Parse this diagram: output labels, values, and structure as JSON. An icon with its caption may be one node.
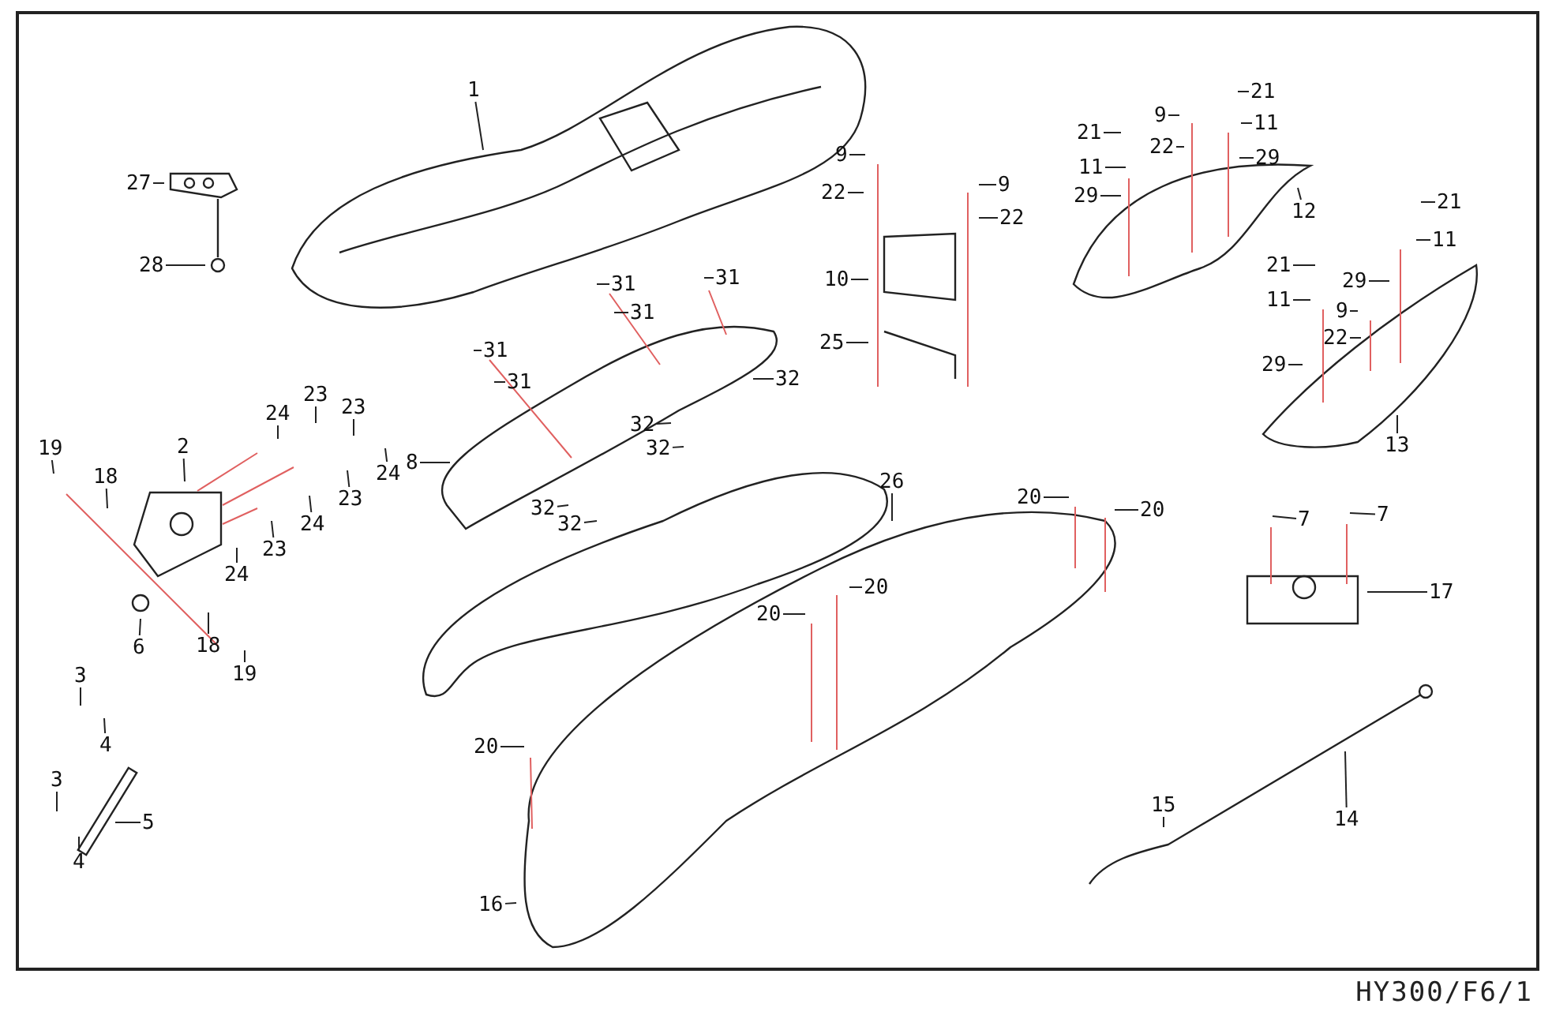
{
  "diagram": {
    "nodes": [
      {
        "text": [
          "1"
        ]
      },
      {
        "text": [
          "27"
        ]
      },
      {
        "text": [
          "28"
        ]
      },
      {
        "text": [
          "2"
        ]
      },
      {
        "text": [
          "19"
        ]
      },
      {
        "text": [
          "18"
        ]
      },
      {
        "text": [
          "24"
        ]
      },
      {
        "text": [
          "23"
        ]
      },
      {
        "text": [
          "23"
        ]
      },
      {
        "text": [
          "24"
        ]
      },
      {
        "text": [
          "23"
        ]
      },
      {
        "text": [
          "24"
        ]
      },
      {
        "text": [
          "23"
        ]
      },
      {
        "text": [
          "24"
        ]
      },
      {
        "text": [
          "6"
        ]
      },
      {
        "text": [
          "18"
        ]
      },
      {
        "text": [
          "19"
        ]
      },
      {
        "text": [
          "3"
        ]
      },
      {
        "text": [
          "4"
        ]
      },
      {
        "text": [
          "3"
        ]
      },
      {
        "text": [
          "4"
        ]
      },
      {
        "text": [
          "5"
        ]
      },
      {
        "text": [
          "31"
        ]
      },
      {
        "text": [
          "31"
        ]
      },
      {
        "text": [
          "31"
        ]
      },
      {
        "text": [
          "31"
        ]
      },
      {
        "text": [
          "31"
        ]
      },
      {
        "text": [
          "32"
        ]
      },
      {
        "text": [
          "32"
        ]
      },
      {
        "text": [
          "32"
        ]
      },
      {
        "text": [
          "32"
        ]
      },
      {
        "text": [
          "32"
        ]
      },
      {
        "text": [
          "8"
        ]
      },
      {
        "text": [
          "26"
        ]
      },
      {
        "text": [
          "9"
        ]
      },
      {
        "text": [
          "22"
        ]
      },
      {
        "text": [
          "9"
        ]
      },
      {
        "text": [
          "22"
        ]
      },
      {
        "text": [
          "10"
        ]
      },
      {
        "text": [
          "25"
        ]
      },
      {
        "text": [
          "21"
        ]
      },
      {
        "text": [
          "9"
        ]
      },
      {
        "text": [
          "21"
        ]
      },
      {
        "text": [
          "22"
        ]
      },
      {
        "text": [
          "11"
        ]
      },
      {
        "text": [
          "11"
        ]
      },
      {
        "text": [
          "29"
        ]
      },
      {
        "text": [
          "29"
        ]
      },
      {
        "text": [
          "12"
        ]
      },
      {
        "text": [
          "21"
        ]
      },
      {
        "text": [
          "11"
        ]
      },
      {
        "text": [
          "21"
        ]
      },
      {
        "text": [
          "29"
        ]
      },
      {
        "text": [
          "11"
        ]
      },
      {
        "text": [
          "9"
        ]
      },
      {
        "text": [
          "22"
        ]
      },
      {
        "text": [
          "29"
        ]
      },
      {
        "text": [
          "13"
        ]
      },
      {
        "text": [
          "20"
        ]
      },
      {
        "text": [
          "20"
        ]
      },
      {
        "text": [
          "20"
        ]
      },
      {
        "text": [
          "20"
        ]
      },
      {
        "text": [
          "20"
        ]
      },
      {
        "text": [
          "16"
        ]
      },
      {
        "text": [
          "7"
        ]
      },
      {
        "text": [
          "7"
        ]
      },
      {
        "text": [
          "17"
        ]
      },
      {
        "text": [
          "14"
        ]
      },
      {
        "text": [
          "15"
        ]
      }
    ],
    "edges": [
      {
        "from": 0,
        "to": null,
        "arrow": "none"
      },
      {
        "from": 1,
        "to": null,
        "arrow": "none"
      },
      {
        "from": 2,
        "to": null,
        "arrow": "none"
      },
      {
        "from": 3,
        "to": null,
        "arrow": "none"
      },
      {
        "from": 4,
        "to": null,
        "arrow": "none"
      },
      {
        "from": 5,
        "to": null,
        "arrow": "none"
      },
      {
        "from": 6,
        "to": null,
        "arrow": "none"
      },
      {
        "from": 7,
        "to": null,
        "arrow": "none"
      },
      {
        "from": 8,
        "to": null,
        "arrow": "none"
      },
      {
        "from": 9,
        "to": null,
        "arrow": "none"
      },
      {
        "from": 10,
        "to": null,
        "arrow": "none"
      },
      {
        "from": 11,
        "to": null,
        "arrow": "none"
      },
      {
        "from": 12,
        "to": null,
        "arrow": "none"
      },
      {
        "from": 13,
        "to": null,
        "arrow": "none"
      },
      {
        "from": 14,
        "to": null,
        "arrow": "none"
      },
      {
        "from": 15,
        "to": null,
        "arrow": "none"
      },
      {
        "from": 16,
        "to": null,
        "arrow": "none"
      },
      {
        "from": 17,
        "to": null,
        "arrow": "none"
      },
      {
        "from": 18,
        "to": null,
        "arrow": "none"
      },
      {
        "from": 19,
        "to": null,
        "arrow": "none"
      },
      {
        "from": 20,
        "to": null,
        "arrow": "none"
      },
      {
        "from": 21,
        "to": null,
        "arrow": "none"
      },
      {
        "from": 22,
        "to": null,
        "arrow": "none"
      },
      {
        "from": 23,
        "to": null,
        "arrow": "none"
      },
      {
        "from": 24,
        "to": null,
        "arrow": "none"
      },
      {
        "from": 25,
        "to": null,
        "arrow": "none"
      },
      {
        "from": 26,
        "to": null,
        "arrow": "none"
      },
      {
        "from": 27,
        "to": null,
        "arrow": "none"
      },
      {
        "from": 28,
        "to": null,
        "arrow": "none"
      },
      {
        "from": 29,
        "to": null,
        "arrow": "none"
      },
      {
        "from": 30,
        "to": null,
        "arrow": "none"
      },
      {
        "from": 31,
        "to": null,
        "arrow": "none"
      },
      {
        "from": 32,
        "to": null,
        "arrow": "none"
      },
      {
        "from": 33,
        "to": null,
        "arrow": "none"
      },
      {
        "from": 34,
        "to": null,
        "arrow": "none"
      },
      {
        "from": 35,
        "to": null,
        "arrow": "none"
      },
      {
        "from": 36,
        "to": null,
        "arrow": "none"
      },
      {
        "from": 37,
        "to": null,
        "arrow": "none"
      },
      {
        "from": 38,
        "to": null,
        "arrow": "none"
      },
      {
        "from": 39,
        "to": null,
        "arrow": "none"
      },
      {
        "from": 40,
        "to": null,
        "arrow": "none"
      },
      {
        "from": 41,
        "to": null,
        "arrow": "none"
      },
      {
        "from": 42,
        "to": null,
        "arrow": "none"
      },
      {
        "from": 43,
        "to": null,
        "arrow": "none"
      },
      {
        "from": 44,
        "to": null,
        "arrow": "none"
      },
      {
        "from": 45,
        "to": null,
        "arrow": "none"
      },
      {
        "from": 46,
        "to": null,
        "arrow": "none"
      },
      {
        "from": 47,
        "to": null,
        "arrow": "none"
      },
      {
        "from": 48,
        "to": null,
        "arrow": "none"
      },
      {
        "from": 49,
        "to": null,
        "arrow": "none"
      },
      {
        "from": 50,
        "to": null,
        "arrow": "none"
      },
      {
        "from": 51,
        "to": null,
        "arrow": "none"
      },
      {
        "from": 52,
        "to": null,
        "arrow": "none"
      },
      {
        "from": 53,
        "to": null,
        "arrow": "none"
      },
      {
        "from": 54,
        "to": null,
        "arrow": "none"
      },
      {
        "from": 55,
        "to": null,
        "arrow": "none"
      },
      {
        "from": 56,
        "to": null,
        "arrow": "none"
      },
      {
        "from": 57,
        "to": null,
        "arrow": "none"
      },
      {
        "from": 58,
        "to": null,
        "arrow": "none"
      },
      {
        "from": 59,
        "to": null,
        "arrow": "none"
      },
      {
        "from": 60,
        "to": null,
        "arrow": "none"
      },
      {
        "from": 61,
        "to": null,
        "arrow": "none"
      },
      {
        "from": 62,
        "to": null,
        "arrow": "none"
      },
      {
        "from": 63,
        "to": null,
        "arrow": "none"
      },
      {
        "from": 64,
        "to": null,
        "arrow": "none"
      },
      {
        "from": 65,
        "to": null,
        "arrow": "none"
      },
      {
        "from": 66,
        "to": null,
        "arrow": "none"
      },
      {
        "from": 67,
        "to": null,
        "arrow": "none"
      },
      {
        "from": 68,
        "to": null,
        "arrow": "none"
      }
    ],
    "labels": [
      "HY300/F6/1"
    ]
  }
}
